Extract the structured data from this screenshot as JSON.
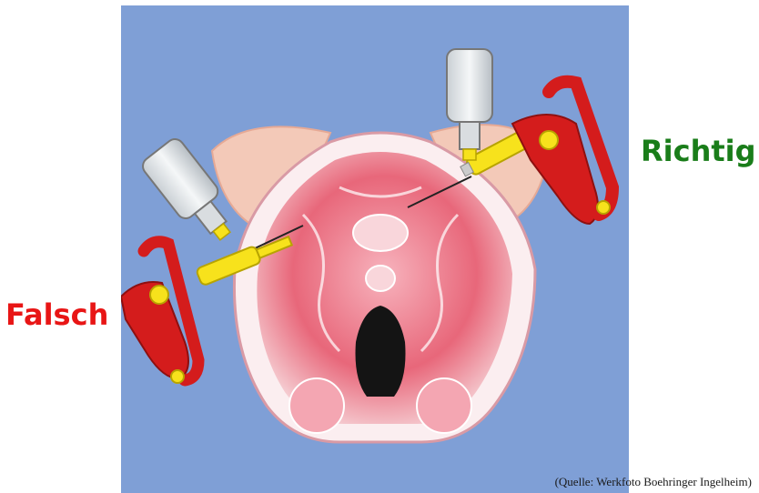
{
  "labels": {
    "correct": "Richtig",
    "wrong": "Falsch"
  },
  "caption": "(Quelle: Werkfoto Boehringer Ingelheim)",
  "colors": {
    "background": "#7f9fd6",
    "correct": "#1a7d1a",
    "wrong": "#e81515",
    "syringe_body": "#d41c1c",
    "syringe_accent": "#f7e21c",
    "tissue": "#e85d6e",
    "skin": "#f3c9b8"
  },
  "icons": {
    "correct_syringe": "syringe-icon",
    "wrong_syringe": "syringe-icon",
    "vial": "vial-icon"
  }
}
